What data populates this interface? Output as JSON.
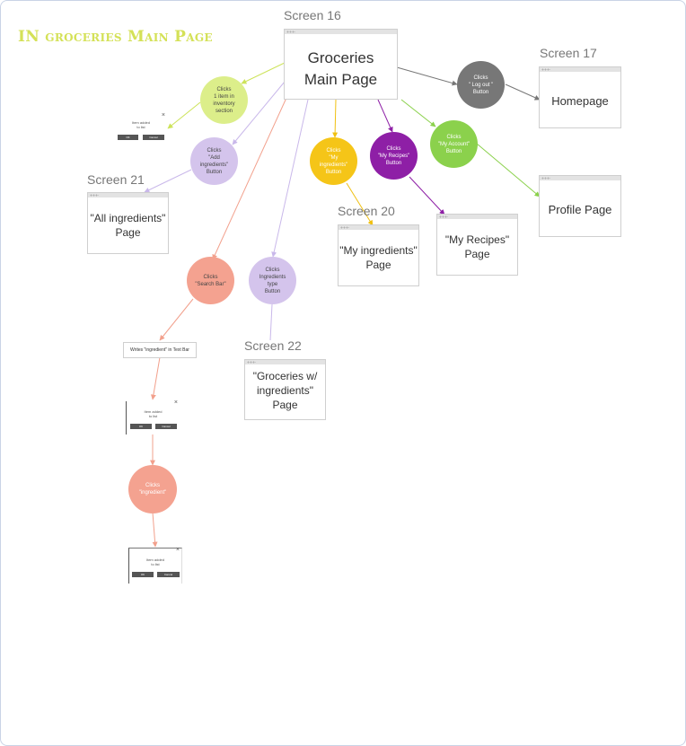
{
  "title": "IN groceries Main Page",
  "screens": [
    {
      "id": "main",
      "label": "Screen 16",
      "text": "Groceries\nMain Page"
    },
    {
      "id": "home",
      "label": "Screen 17",
      "text": "Homepage"
    },
    {
      "id": "profile",
      "label": "",
      "text": "Profile Page"
    },
    {
      "id": "allingr",
      "label": "Screen 21",
      "text": "\"All ingredients\"\nPage"
    },
    {
      "id": "myingr",
      "label": "Screen 20",
      "text": "\"My ingredients\"\nPage"
    },
    {
      "id": "recipes",
      "label": "",
      "text": "\"My Recipes\"\nPage"
    },
    {
      "id": "grocw",
      "label": "Screen 22",
      "text": "\"Groceries w/\ningredients\"\nPage"
    }
  ],
  "actions": [
    {
      "id": "click_item",
      "text": "Clicks\n1 item in\ninventory\nsection",
      "color": "#dcee8a",
      "text_color": "#444444"
    },
    {
      "id": "add_ingr",
      "text": "Clicks\n\"Add\ningredients\"\nButton",
      "color": "#d4c4ec",
      "text_color": "#444444"
    },
    {
      "id": "my_ingr",
      "text": "Clicks\n\"My\ningredients\"\nButton",
      "color": "#f5c518",
      "text_color": "#ffffff"
    },
    {
      "id": "my_recipes",
      "text": "Clicks\n\"My Recipes\"\nButton",
      "color": "#8e1fa6",
      "text_color": "#ffffff"
    },
    {
      "id": "logout",
      "text": "Clicks\n\" Log out \"\nButton",
      "color": "#777777",
      "text_color": "#ffffff"
    },
    {
      "id": "my_account",
      "text": "Clicks\n\"My Account\"\nButton",
      "color": "#8bd14c",
      "text_color": "#ffffff"
    },
    {
      "id": "search_bar",
      "text": "Clicks\n\"Search Bar\"",
      "color": "#f4a290",
      "text_color": "#444444"
    },
    {
      "id": "ingr_type",
      "text": "Clicks\nIngredients\ntype\nButton",
      "color": "#d4c4ec",
      "text_color": "#444444"
    },
    {
      "id": "click_ingr",
      "text": "Clicks\n\"ingredient\"",
      "color": "#f4a290",
      "text_color": "#ffffff"
    }
  ],
  "note": "Writes \"ingredient\" in Text Bar",
  "dialogs": [
    {
      "id": "dlg1",
      "message": "Item added\nto list",
      "ok": "OK",
      "cancel": "Cancel"
    },
    {
      "id": "dlg2",
      "message": "Item added\nto list",
      "ok": "OK",
      "cancel": "Cancel"
    },
    {
      "id": "dlg3",
      "message": "Item added\nto list",
      "ok": "OK",
      "cancel": "Cancel"
    }
  ],
  "colors": {
    "edge_green": "#cde35a",
    "edge_lavender": "#c9b8ea",
    "edge_salmon": "#f2a08c",
    "edge_yellow": "#f0c010",
    "edge_purple": "#8e1fa6",
    "edge_gray": "#777777",
    "edge_lightgreen": "#8bd14c"
  }
}
